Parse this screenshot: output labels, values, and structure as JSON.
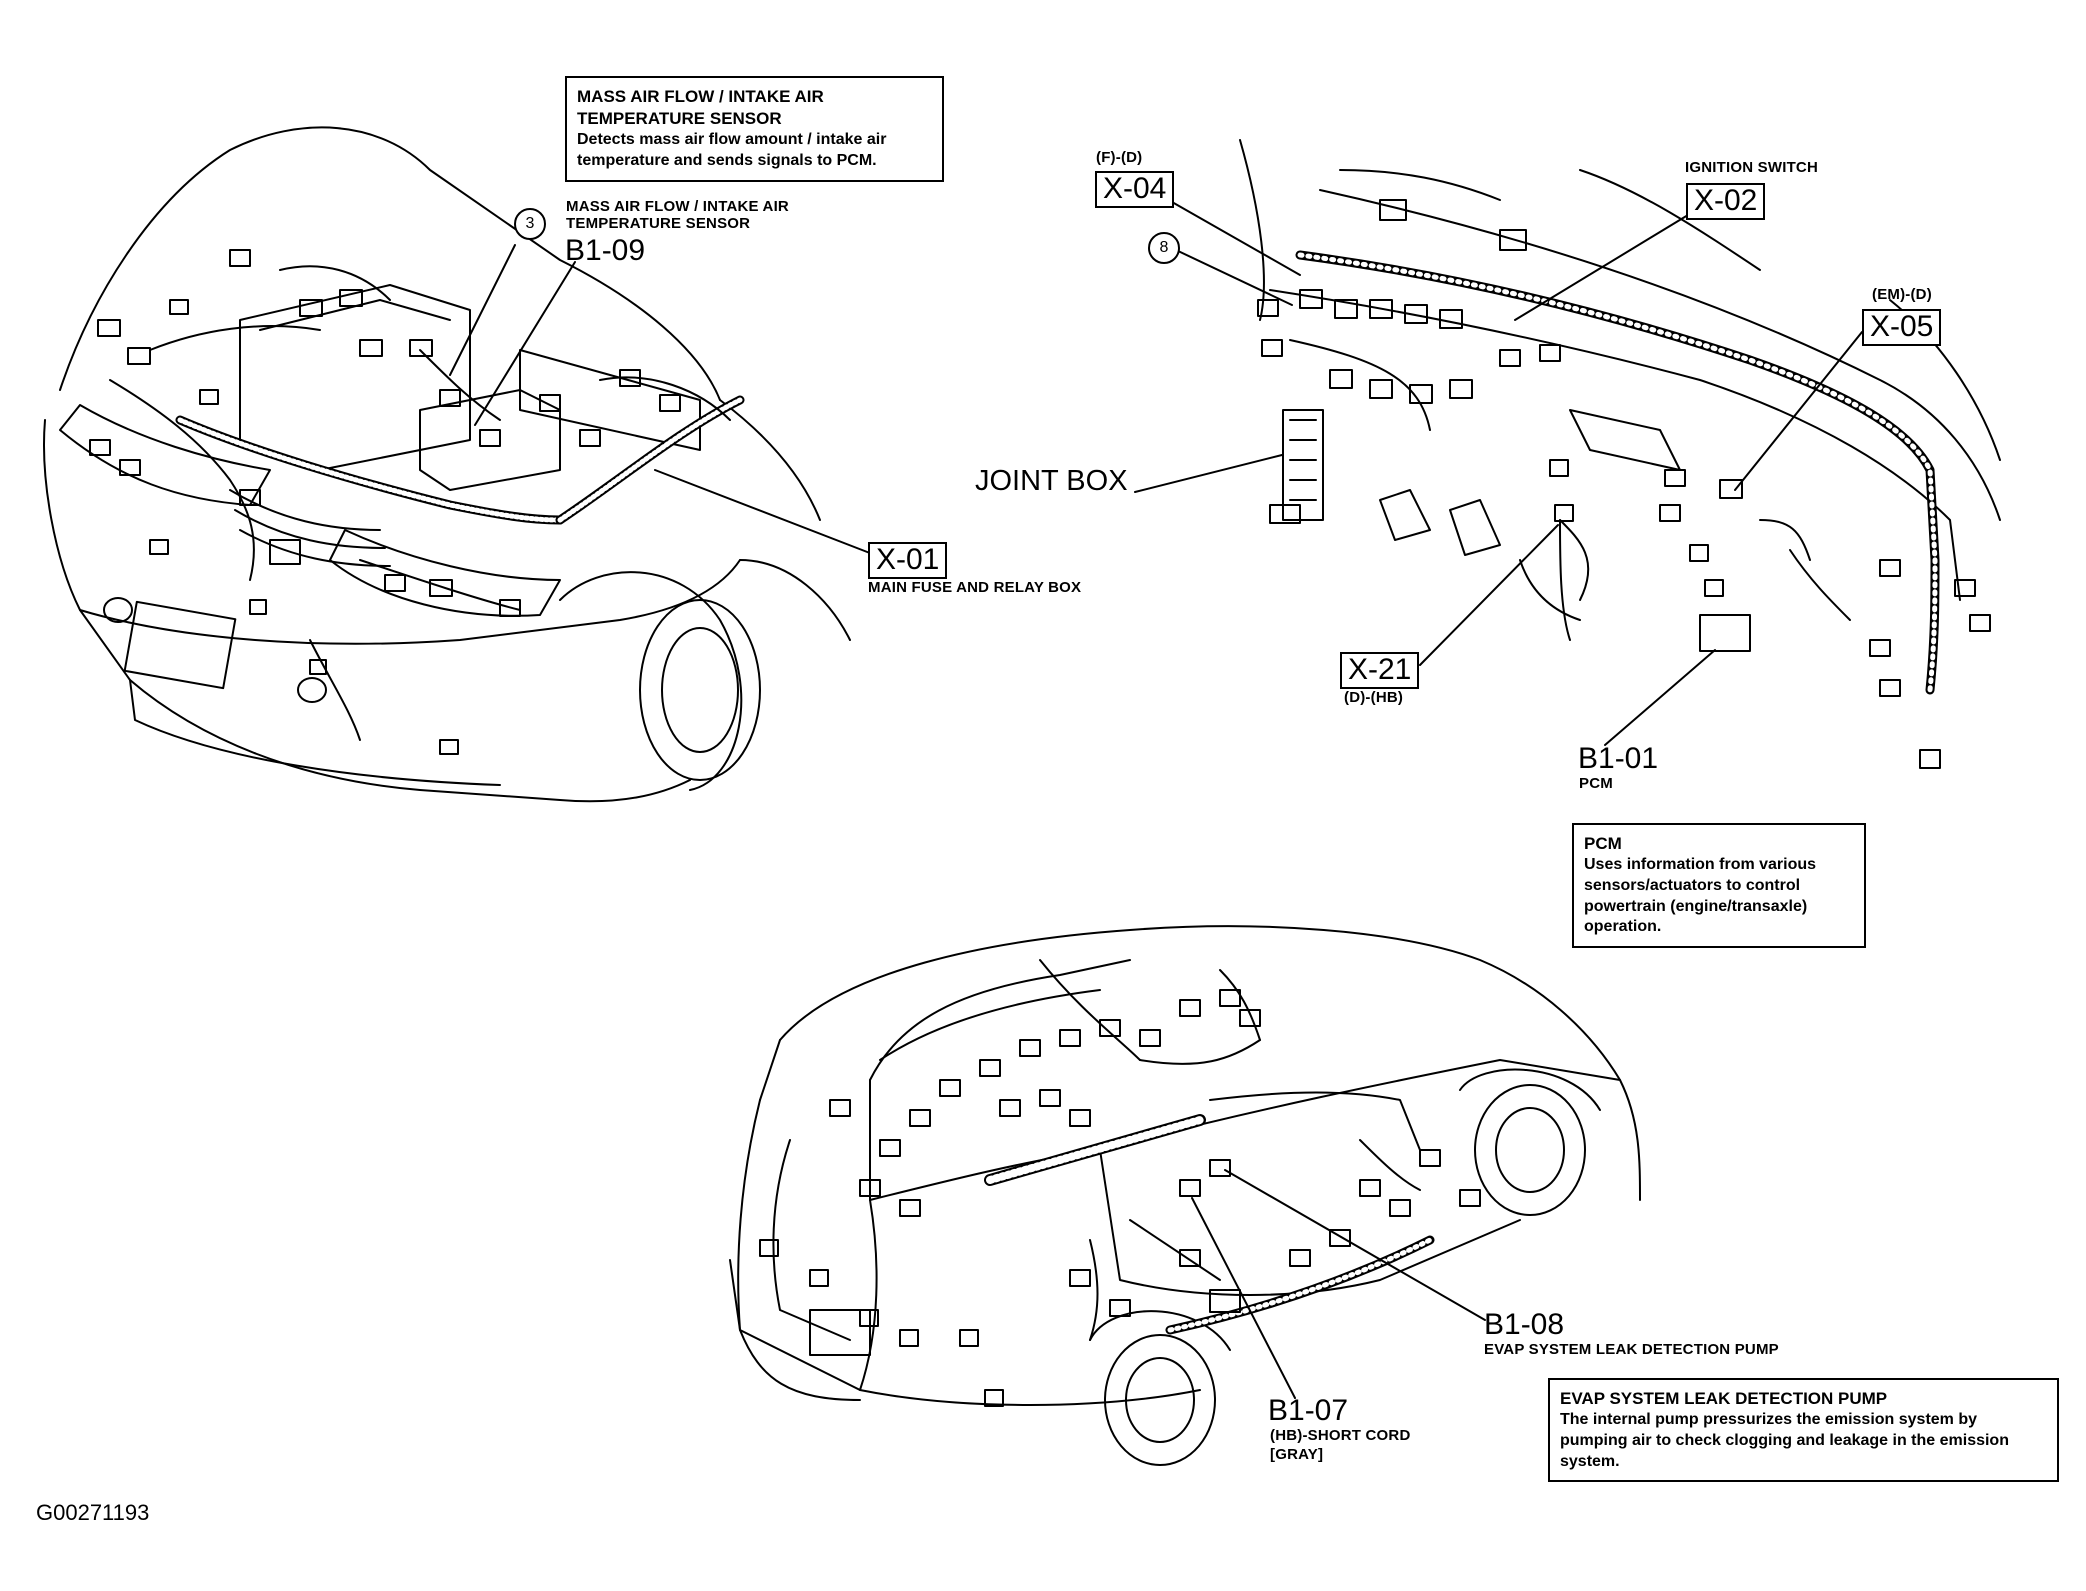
{
  "notes": {
    "maf": {
      "title": "MASS AIR FLOW / INTAKE AIR TEMPERATURE SENSOR",
      "body": "Detects mass air flow amount / intake air temperature and sends signals to PCM."
    },
    "pcm": {
      "title": "PCM",
      "body": "Uses information from various sensors/actuators to control powertrain (engine/transaxle) operation."
    },
    "evap": {
      "title": "EVAP SYSTEM LEAK DETECTION PUMP",
      "body": "The internal pump pressurizes the emission system by pumping air to check clogging and leakage in the emission system."
    }
  },
  "labels": {
    "maf_small": "MASS AIR FLOW / INTAKE AIR TEMPERATURE SENSOR",
    "b1_09": "B1-09",
    "circle_3": "3",
    "x01": "X-01",
    "x01_desc": "MAIN FUSE AND RELAY BOX",
    "x04_prefix": "(F)-(D)",
    "x04": "X-04",
    "circle_8": "8",
    "ign_switch": "IGNITION SWITCH",
    "x02": "X-02",
    "x05_prefix": "(EM)-(D)",
    "x05": "X-05",
    "joint_box": "JOINT BOX",
    "x21": "X-21",
    "x21_suffix": "(D)-(HB)",
    "b1_01": "B1-01",
    "b1_01_desc": "PCM",
    "b1_08": "B1-08",
    "b1_08_desc": "EVAP SYSTEM LEAK DETECTION PUMP",
    "b1_07": "B1-07",
    "b1_07_desc1": "(HB)-SHORT CORD",
    "b1_07_desc2": "[GRAY]",
    "figure_id": "G00271193"
  }
}
